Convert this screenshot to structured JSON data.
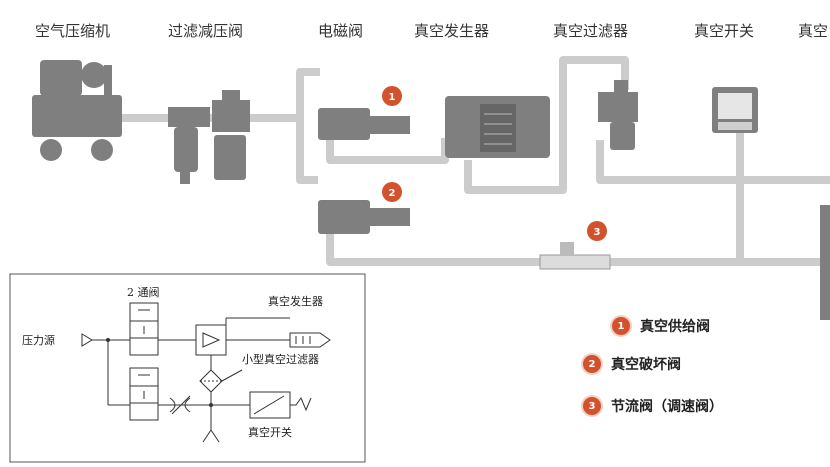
{
  "headers": {
    "compressor": "空气压缩机",
    "filter_regulator": "过滤减压阀",
    "solenoid": "电磁阀",
    "generator": "真空发生器",
    "vac_filter": "真空过滤器",
    "switch": "真空开关",
    "cut": "真空"
  },
  "badges": [
    "1",
    "2",
    "3"
  ],
  "legend": [
    {
      "num": "1",
      "label": "真空供给阀"
    },
    {
      "num": "2",
      "label": "真空破坏阀"
    },
    {
      "num": "3",
      "label": "节流阀（调速阀）"
    }
  ],
  "schematic": {
    "valve_label": "2 通阀",
    "source_label": "压力源",
    "generator_label": "真空发生器",
    "filter_label": "小型真空过滤器",
    "switch_label": "真空开关"
  },
  "colors": {
    "pipe": "#cccccc",
    "device": "#7f7f7f",
    "badge": "#d2522e"
  }
}
